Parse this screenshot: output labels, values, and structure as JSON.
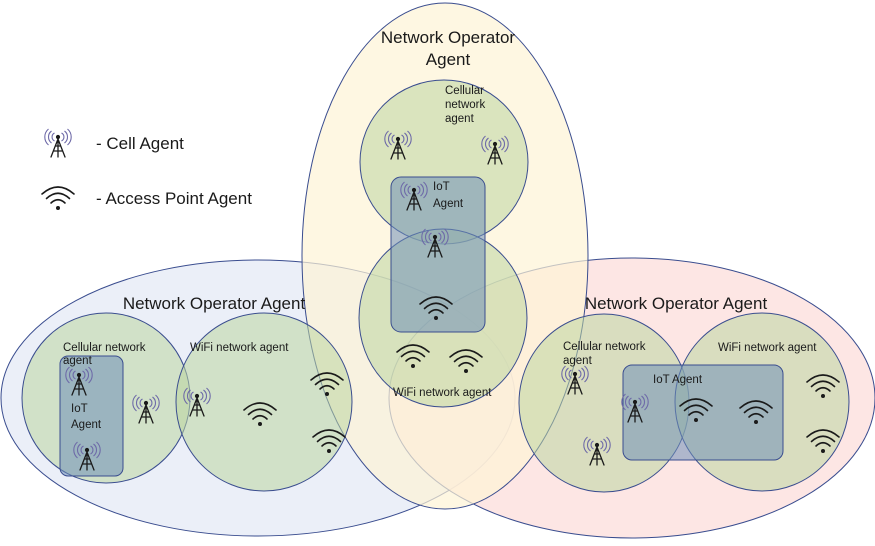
{
  "legend": {
    "cell_agent": "- Cell Agent",
    "ap_agent": "- Access Point Agent"
  },
  "top_operator": {
    "title_line1": "Network Operator",
    "title_line2": "Agent",
    "cellular_line1": "Cellular",
    "cellular_line2": "network",
    "cellular_line3": "agent",
    "iot_line1": "IoT",
    "iot_line2": "Agent",
    "wifi": "WiFi network agent"
  },
  "left_operator": {
    "title": "Network Operator Agent",
    "cellular_line1": "Cellular network",
    "cellular_line2": "agent",
    "iot_line1": "IoT",
    "iot_line2": "Agent",
    "wifi": "WiFi network agent"
  },
  "right_operator": {
    "title": "Network Operator Agent",
    "cellular_line1": "Cellular network",
    "cellular_line2": "agent",
    "iot": "IoT Agent",
    "wifi": "WiFi network agent"
  },
  "colors": {
    "outline": "#3a4d8f",
    "top_operator_fill": "#fdf3d6",
    "left_operator_fill": "#e6ebf6",
    "right_operator_fill": "#fde0dd",
    "agent_fill": "#bcd5a0",
    "iot_fill": "#6f8fb8",
    "cell_icon": "#6e6aa8",
    "icon_dark": "#1a1a1a"
  }
}
